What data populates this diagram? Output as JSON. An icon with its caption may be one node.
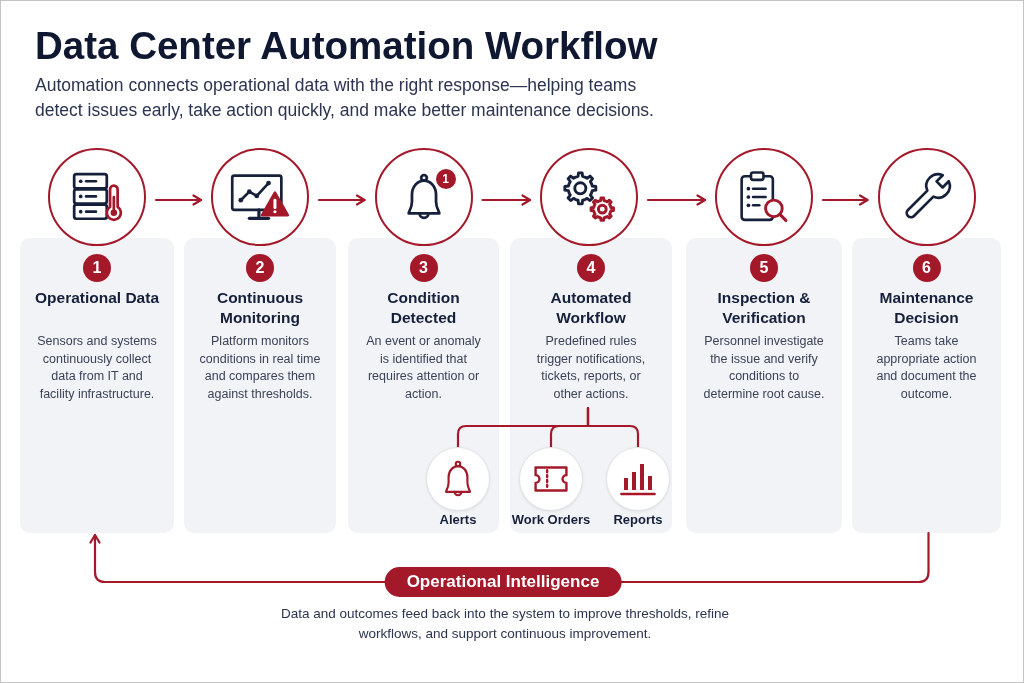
{
  "diagram": {
    "title": "Data Center Automation Workflow",
    "nodes": [
      {
        "text": [],
        "shape": "circle"
      },
      {
        "text": [],
        "shape": "circle"
      },
      {
        "text": [
          "1"
        ]
      },
      {
        "text": [],
        "shape": "circle"
      },
      {
        "text": [],
        "shape": "circle"
      },
      {
        "text": [],
        "shape": "circle"
      },
      {
        "text": [
          "1",
          "Operational Data",
          "Sensors and systems continuously collect data from IT and facility infrastructure."
        ]
      },
      {
        "text": [
          "2",
          "Continuous Monitoring",
          "Platform monitors conditions in real time and compares them against thresholds."
        ]
      },
      {
        "text": [
          "3",
          "Condition Detected",
          "An event or anomaly is identified that requires attention or action."
        ]
      },
      {
        "text": [
          "4",
          "Automated Workflow",
          "Predefined rules trigger notifications, tickets, reports, or other actions."
        ]
      },
      {
        "text": [
          "5",
          "Inspection & Verification",
          "Personnel investigate the issue and verify conditions to determine root cause."
        ]
      },
      {
        "text": [
          "6",
          "Maintenance Decision",
          "Teams take appropriate action and document the outcome."
        ]
      },
      {
        "text": [
          "Alerts"
        ],
        "in": 8
      },
      {
        "text": [
          "Work Orders"
        ],
        "in": 9
      },
      {
        "text": [
          "Reports"
        ],
        "in": 9
      }
    ],
    "edges": [
      {
        "from": 0,
        "to": 1,
        "arrow": "to"
      },
      {
        "from": 1,
        "to": 2,
        "arrow": "to"
      },
      {
        "from": 2,
        "to": 3,
        "arrow": "to"
      },
      {
        "from": 3,
        "to": 4,
        "arrow": "to"
      },
      {
        "from": 4,
        "to": 5,
        "arrow": "to"
      },
      {
        "from": null,
        "to": 12,
        "arrow": "none"
      },
      {
        "from": null,
        "to": 13,
        "arrow": "none"
      },
      {
        "from": null,
        "to": 14,
        "arrow": "none"
      },
      {
        "from": 11,
        "to": 6,
        "arrow": "to",
        "label": "Operational Intelligence"
      }
    ],
    "labels": [
      "Automation connects operational data with the right response—helping teams detect issues early, take action quickly, and make better maintenance decisions.",
      "Data and outcomes feed back into the system to improve thresholds, refine workflows, and support continuous improvement."
    ]
  }
}
